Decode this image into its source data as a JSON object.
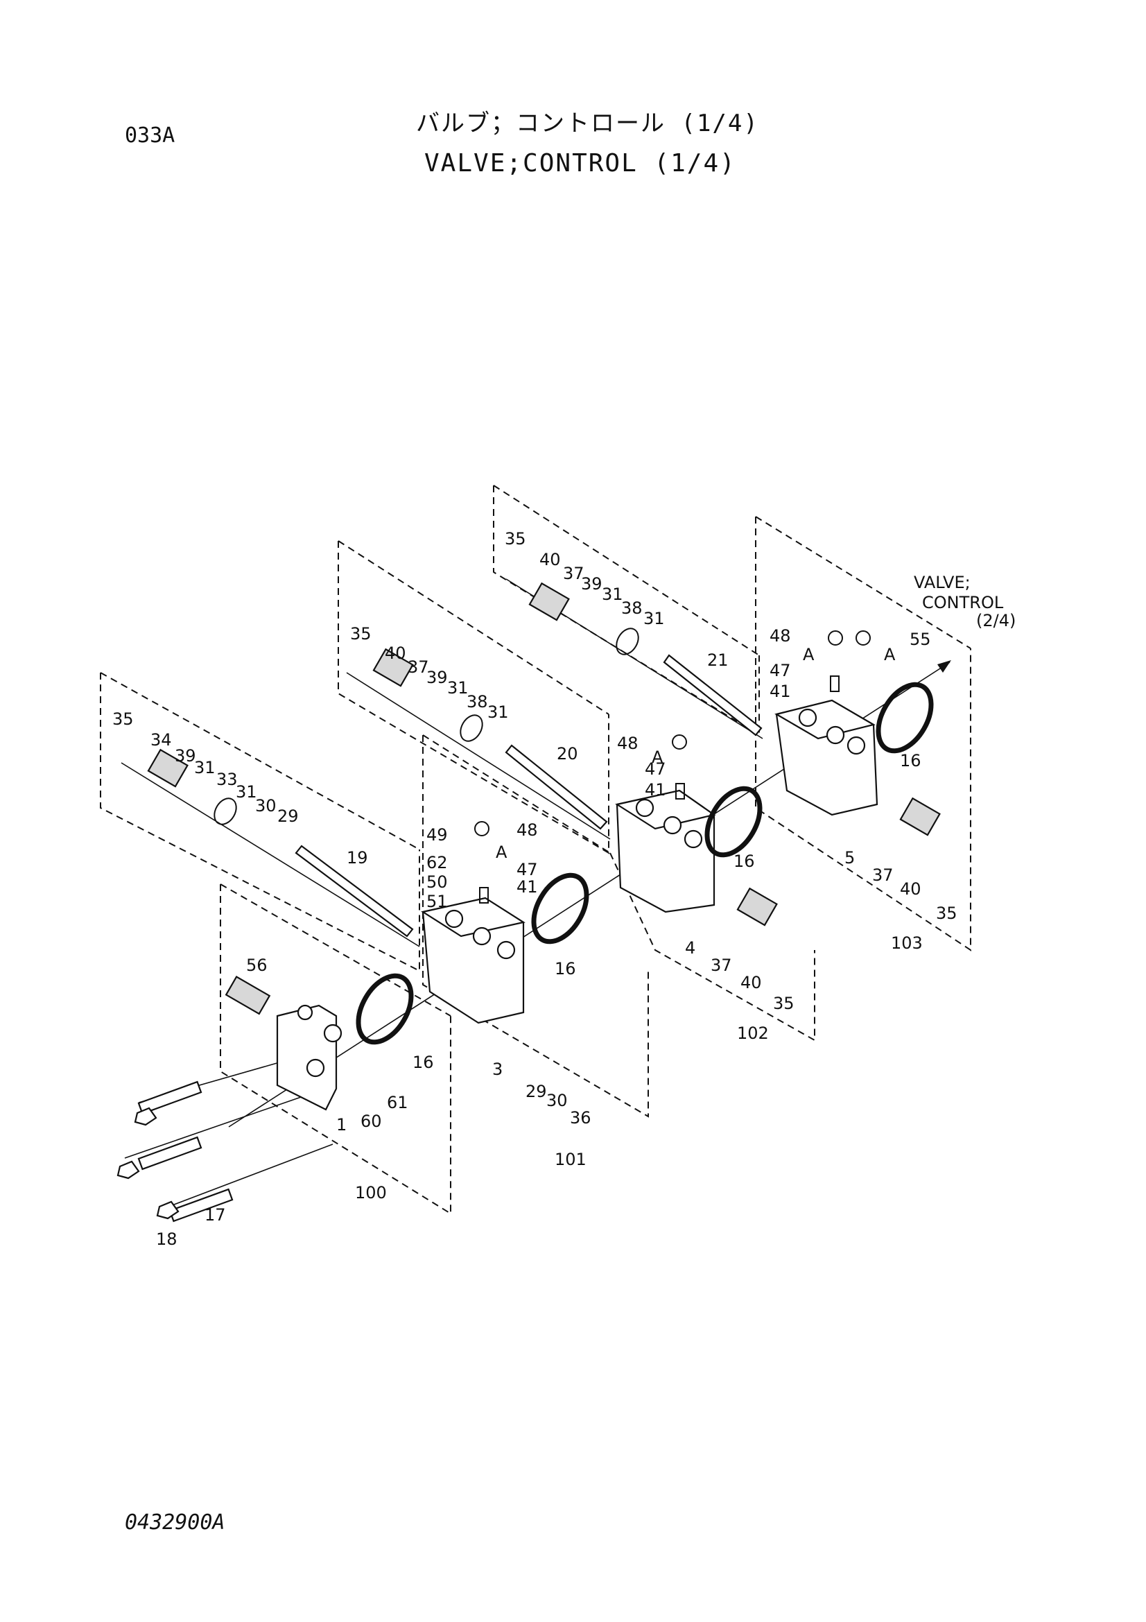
{
  "header": {
    "sheet_code": "033A",
    "title_jp": "バルブ；コントロール (1/4)",
    "title_en": "VALVE;CONTROL (1/4)"
  },
  "footer": {
    "drawing_no": "0432900A"
  },
  "reference": {
    "line1": "VALVE;",
    "line2": "CONTROL",
    "line3": "(2/4)"
  },
  "callouts": [
    "35",
    "40",
    "37",
    "39",
    "31",
    "38",
    "31",
    "21",
    "35",
    "40",
    "37",
    "39",
    "31",
    "38",
    "31",
    "20",
    "35",
    "34",
    "39",
    "31",
    "33",
    "31",
    "30",
    "29",
    "19",
    "48",
    "55",
    "47",
    "41",
    "16",
    "5",
    "37",
    "40",
    "35",
    "103",
    "48",
    "47",
    "41",
    "16",
    "4",
    "37",
    "40",
    "35",
    "102",
    "49",
    "48",
    "62",
    "47",
    "50",
    "41",
    "51",
    "16",
    "3",
    "29",
    "30",
    "36",
    "101",
    "56",
    "16",
    "1",
    "60",
    "61",
    "100",
    "17",
    "18"
  ],
  "sections": {
    "a1": "A",
    "a2": "A",
    "a3": "A",
    "a4": "A"
  }
}
